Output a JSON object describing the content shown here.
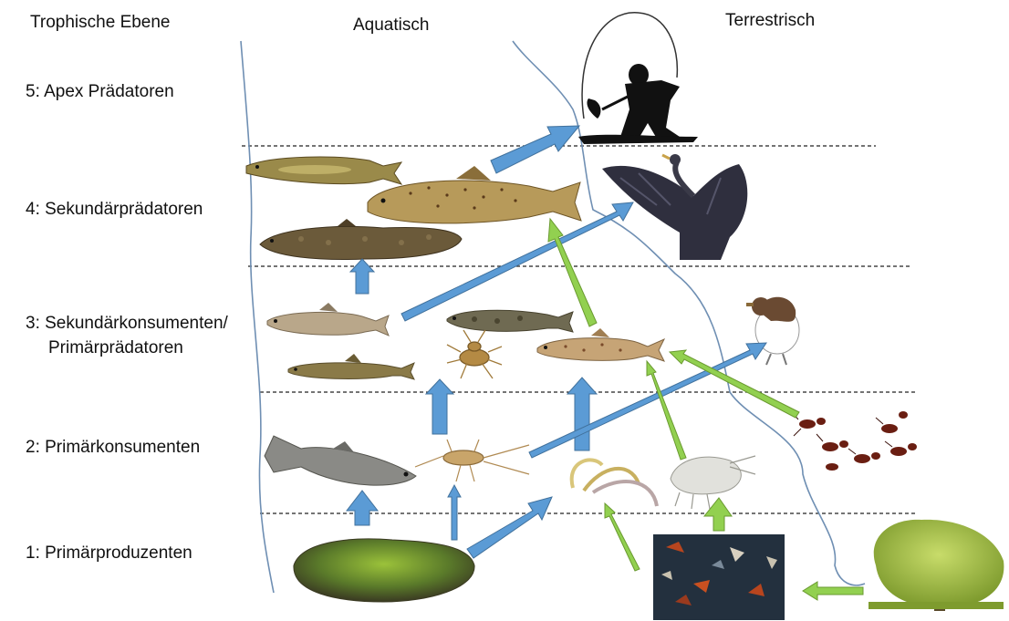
{
  "headers": {
    "trophic_level": "Trophische Ebene",
    "aquatic": "Aquatisch",
    "terrestrial": "Terrestrisch"
  },
  "levels": [
    {
      "label": "5: Apex Prädatoren"
    },
    {
      "label": "4: Sekundärprädatoren"
    },
    {
      "label_line1": "3: Sekundärkonsumenten/",
      "label_line2": "Primärprädatoren"
    },
    {
      "label": "2: Primärkonsumenten"
    },
    {
      "label": "1: Primärproduzenten"
    }
  ],
  "organisms": [
    "angler",
    "pike",
    "brown-trout",
    "burbot",
    "heron",
    "chub",
    "bullhead",
    "stone-loach",
    "stonefly-nymph",
    "juvenile-trout",
    "dipper",
    "minnow",
    "mayfly-nymph",
    "chironomid-larvae",
    "amphipod",
    "ants",
    "moss-rock",
    "leaf-litter",
    "willow-tree"
  ],
  "colors": {
    "aquatic_arrow": "#5b9bd5",
    "terrestrial_arrow": "#92d050",
    "shore_line": "#6f8fb3",
    "divider": "#222222"
  }
}
